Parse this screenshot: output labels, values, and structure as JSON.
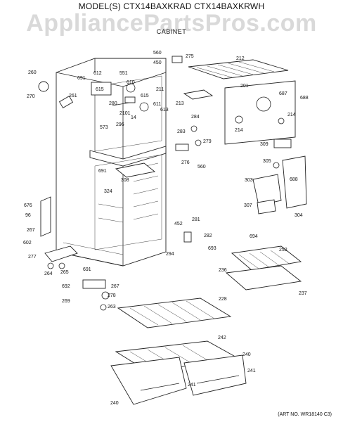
{
  "header": {
    "model": "MODEL(S) CTX14BAXKRAD  CTX14BAXKRWH",
    "watermark": "AppliancePartsPros.com",
    "section": "CABINET"
  },
  "footer": {
    "art_no": "(ART NO. WR18140 C3)"
  },
  "callouts": [
    "560",
    "275",
    "450",
    "212",
    "260",
    "691",
    "612",
    "551",
    "610",
    "261",
    "270",
    "615",
    "280",
    "615",
    "211",
    "201",
    "687",
    "688",
    "213",
    "611",
    "613",
    "14",
    "214",
    "2101",
    "573",
    "296",
    "284",
    "214",
    "283",
    "279",
    "276",
    "560",
    "309",
    "305",
    "691",
    "308",
    "324",
    "303",
    "688",
    "676",
    "96",
    "267",
    "281",
    "307",
    "452",
    "282",
    "304",
    "694",
    "602",
    "693",
    "252",
    "277",
    "264",
    "265",
    "294",
    "691",
    "236",
    "267",
    "692",
    "237",
    "278",
    "269",
    "263",
    "228",
    "242",
    "240",
    "241",
    "241",
    "240"
  ],
  "colors": {
    "ink": "#111111",
    "watermark": "#d9d9d9",
    "background": "#ffffff"
  }
}
